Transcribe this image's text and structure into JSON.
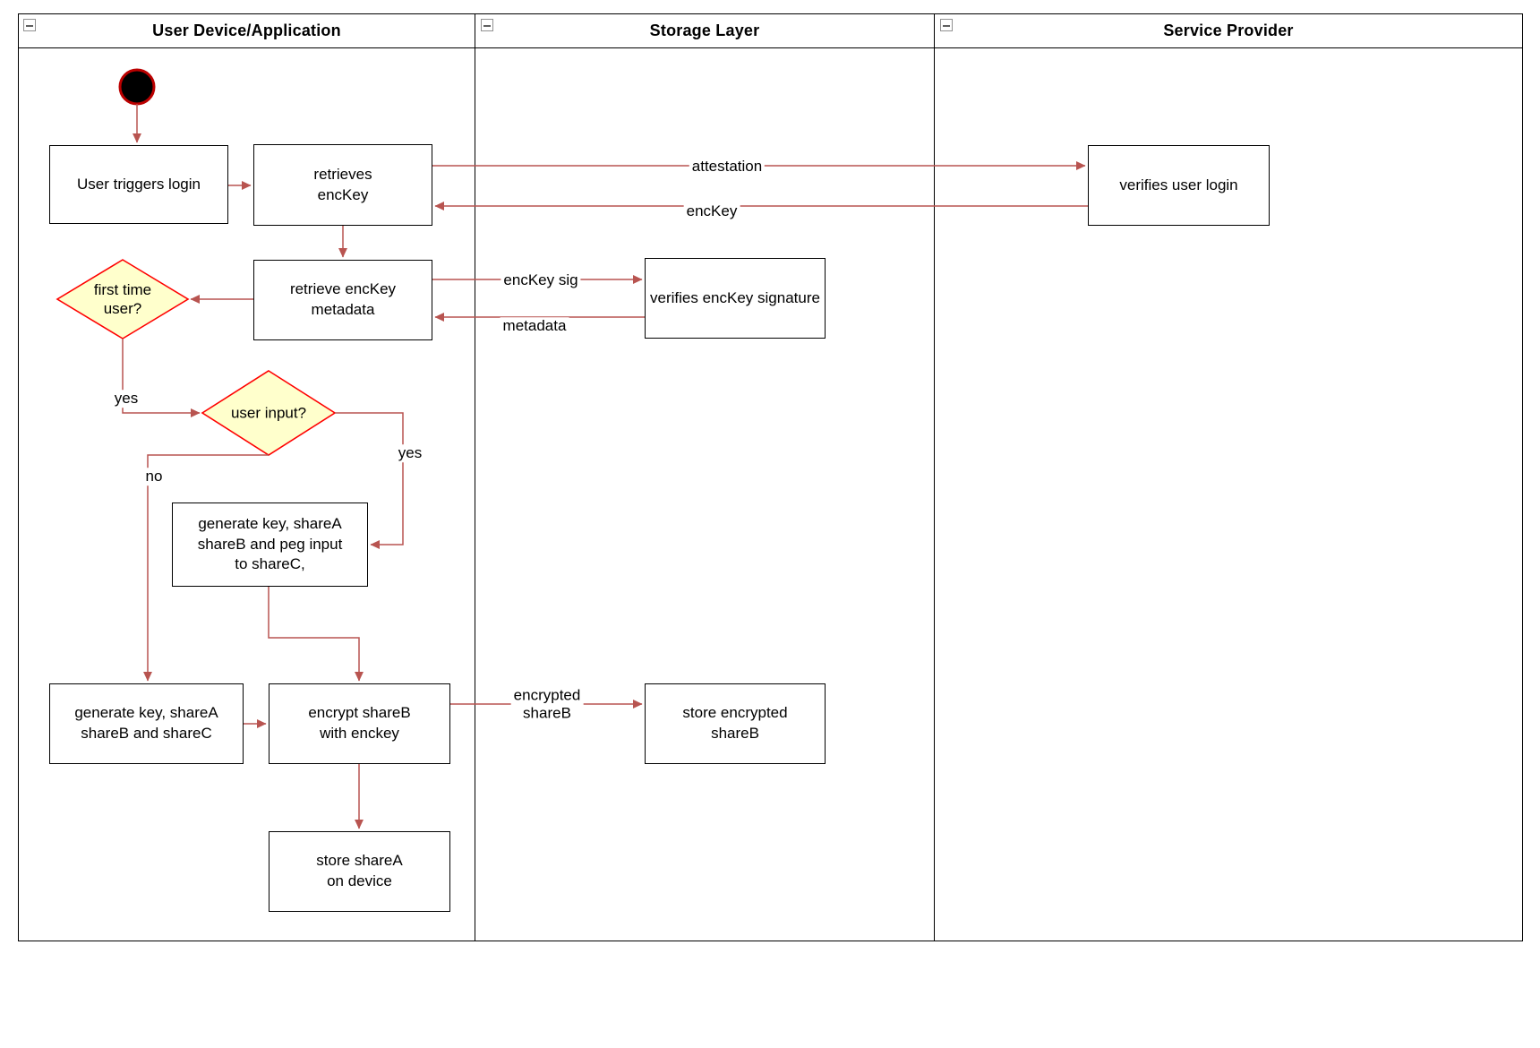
{
  "lanes": [
    {
      "title": "User Device/Application"
    },
    {
      "title": "Storage Layer"
    },
    {
      "title": "Service Provider"
    }
  ],
  "nodes": {
    "start": "start",
    "user_triggers_login": "User triggers login",
    "retrieves_enckey": "retrieves\nencKey",
    "retrieve_enckey_metadata": "retrieve encKey\nmetadata",
    "first_time_user": "first time\nuser?",
    "user_input": "user input?",
    "generate_key_peg": "generate key, shareA\nshareB and peg input\nto shareC,",
    "generate_key_sharec": "generate key, shareA\nshareB and shareC",
    "encrypt_shareb": "encrypt shareB\nwith enckey",
    "store_sharea": "store shareA\non device",
    "verifies_enckey_signature": "verifies encKey signature",
    "store_encrypted_shareb": "store encrypted\nshareB",
    "verifies_user_login": "verifies user login"
  },
  "edges": [
    {
      "from": "start",
      "to": "user_triggers_login",
      "label": ""
    },
    {
      "from": "user_triggers_login",
      "to": "retrieves_enckey",
      "label": ""
    },
    {
      "from": "retrieves_enckey",
      "to": "verifies_user_login",
      "label": "attestation"
    },
    {
      "from": "verifies_user_login",
      "to": "retrieves_enckey",
      "label": "encKey"
    },
    {
      "from": "retrieves_enckey",
      "to": "retrieve_enckey_metadata",
      "label": ""
    },
    {
      "from": "retrieve_enckey_metadata",
      "to": "verifies_enckey_signature",
      "label": "encKey sig"
    },
    {
      "from": "verifies_enckey_signature",
      "to": "retrieve_enckey_metadata",
      "label": "metadata"
    },
    {
      "from": "retrieve_enckey_metadata",
      "to": "first_time_user",
      "label": ""
    },
    {
      "from": "first_time_user",
      "to": "user_input",
      "label": "yes"
    },
    {
      "from": "user_input",
      "to": "generate_key_peg",
      "label": "yes"
    },
    {
      "from": "user_input",
      "to": "generate_key_sharec",
      "label": "no"
    },
    {
      "from": "generate_key_peg",
      "to": "encrypt_shareb",
      "label": ""
    },
    {
      "from": "generate_key_sharec",
      "to": "encrypt_shareb",
      "label": ""
    },
    {
      "from": "encrypt_shareb",
      "to": "store_encrypted_shareb",
      "label": "encrypted\nshareB"
    },
    {
      "from": "encrypt_shareb",
      "to": "store_sharea",
      "label": ""
    }
  ],
  "colors": {
    "arrow": "#b85450",
    "diamond_fill": "#ffffcc",
    "diamond_stroke": "#ff0000",
    "node_border": "#000000",
    "start_fill": "#000000",
    "start_stroke": "#bb0000",
    "lane_border": "#000000"
  }
}
